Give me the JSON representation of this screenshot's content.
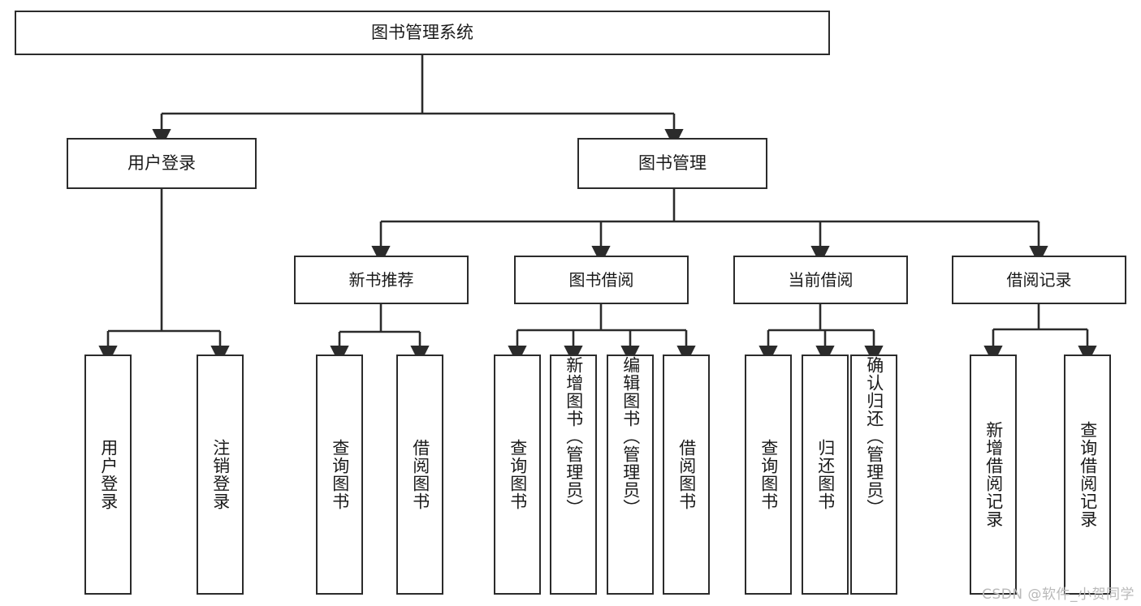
{
  "diagram": {
    "title": "图书管理系统",
    "type": "tree-hierarchy",
    "watermark": "CSDN @软件_小贺同学",
    "colors": {
      "stroke": "#2b2b2b",
      "fill": "#ffffff",
      "text": "#1a1a1a",
      "watermark": "#b9b9b9"
    },
    "nodes": {
      "root": {
        "label": "图书管理系统"
      },
      "level2": [
        {
          "id": "user-login",
          "label": "用户登录"
        },
        {
          "id": "book-manage",
          "label": "图书管理"
        }
      ],
      "level3": [
        {
          "id": "new-book-recommend",
          "label": "新书推荐"
        },
        {
          "id": "book-borrow",
          "label": "图书借阅"
        },
        {
          "id": "current-borrow",
          "label": "当前借阅"
        },
        {
          "id": "borrow-record",
          "label": "借阅记录"
        }
      ],
      "leaves": {
        "user-login": [
          {
            "id": "leaf-user-login",
            "label": "用户登录"
          },
          {
            "id": "leaf-logout",
            "label": "注销登录"
          }
        ],
        "new-book-recommend": [
          {
            "id": "leaf-query-book-1",
            "label": "查询图书"
          },
          {
            "id": "leaf-borrow-book-1",
            "label": "借阅图书"
          }
        ],
        "book-borrow": [
          {
            "id": "leaf-query-book-2",
            "label": "查询图书"
          },
          {
            "id": "leaf-add-book",
            "label": "新增图书（管理员）"
          },
          {
            "id": "leaf-edit-book",
            "label": "编辑图书（管理员）"
          },
          {
            "id": "leaf-borrow-book-2",
            "label": "借阅图书"
          }
        ],
        "current-borrow": [
          {
            "id": "leaf-query-book-3",
            "label": "查询图书"
          },
          {
            "id": "leaf-return-book",
            "label": "归还图书"
          },
          {
            "id": "leaf-confirm-return",
            "label": "确认归还（管理员）"
          }
        ],
        "borrow-record": [
          {
            "id": "leaf-add-record",
            "label": "新增借阅记录"
          },
          {
            "id": "leaf-query-record",
            "label": "查询借阅记录"
          }
        ]
      }
    }
  }
}
